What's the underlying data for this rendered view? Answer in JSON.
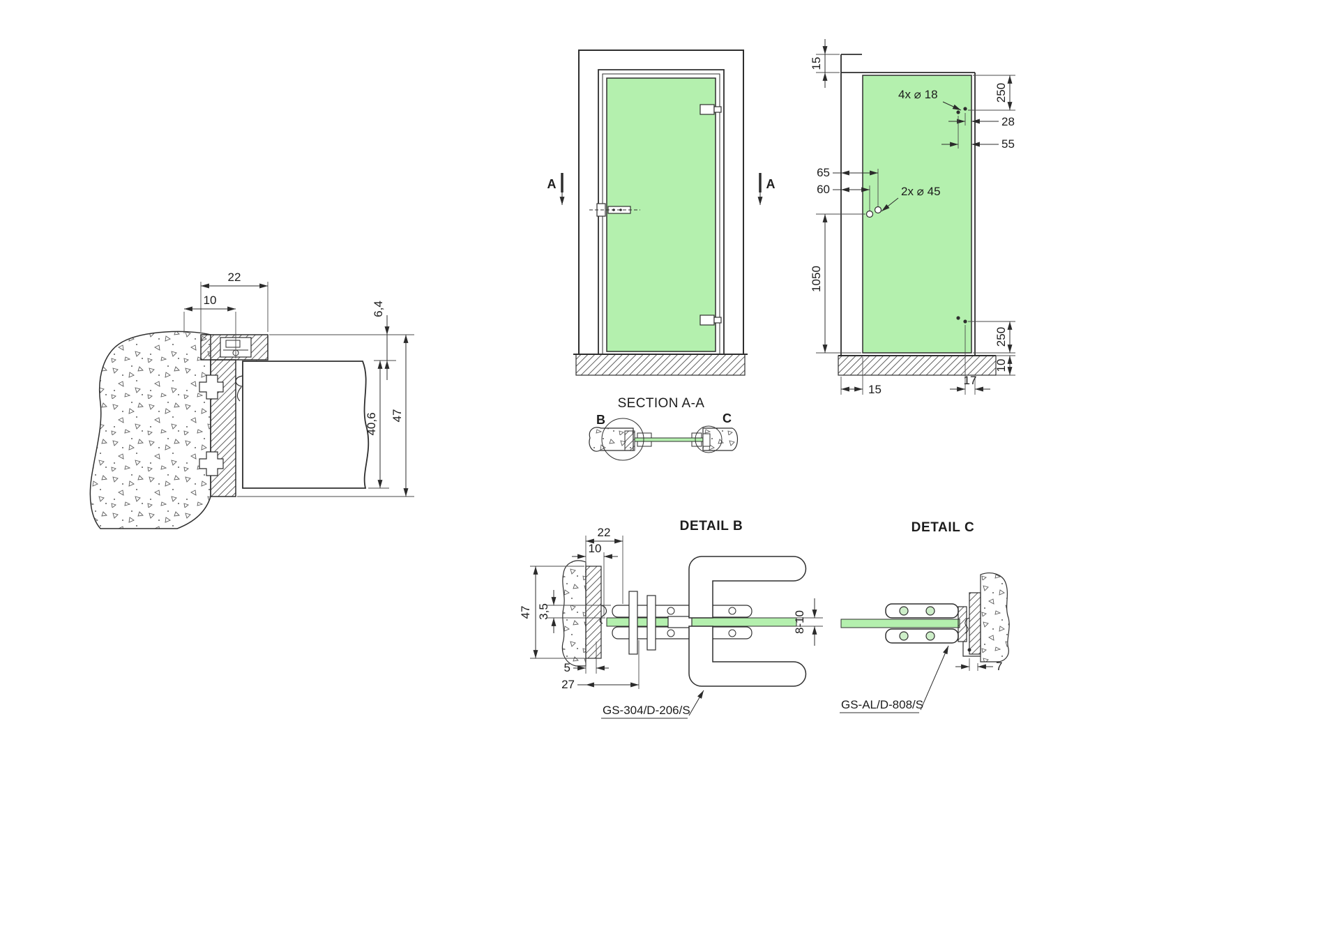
{
  "colors": {
    "glass": "#b4f0ae",
    "glass_tint": "#cdeec8",
    "line": "#2e2e2e"
  },
  "left_profile_section": {
    "dims": {
      "width_22": "22",
      "inset_10": "10",
      "cap_6_4": "6,4",
      "leaf_40_6": "40,6",
      "total_47": "47"
    }
  },
  "front_view": {
    "cut_label_left": "A",
    "cut_label_right": "A",
    "caption": "SECTION A-A",
    "detail_b_mark": "B",
    "detail_c_mark": "C"
  },
  "dimension_view": {
    "top_offset": "15",
    "hinge_top": "250",
    "hinge_holes_note": "4x ⌀ 18",
    "hole_edge_1": "28",
    "hole_edge_2": "55",
    "handle_col_1": "65",
    "handle_col_2": "60",
    "handle_holes_note": "2x ⌀ 45",
    "handle_height": "1050",
    "hinge_bottom": "250",
    "floor_offset": "10",
    "bottom_left": "15",
    "bottom_right": "17"
  },
  "detail_b": {
    "title": "DETAIL B",
    "dims": {
      "profile_width": "22",
      "glass_inset": "10",
      "profile_height": "47",
      "seal_gap": "3,5",
      "edge_gap": "5",
      "lock_depth": "27",
      "glass_thickness": "8-10"
    },
    "part_code": "GS-304/D-206/S"
  },
  "detail_c": {
    "title": "DETAIL C",
    "dims": {
      "edge_gap": "7"
    },
    "part_code": "GS-AL/D-808/S"
  }
}
